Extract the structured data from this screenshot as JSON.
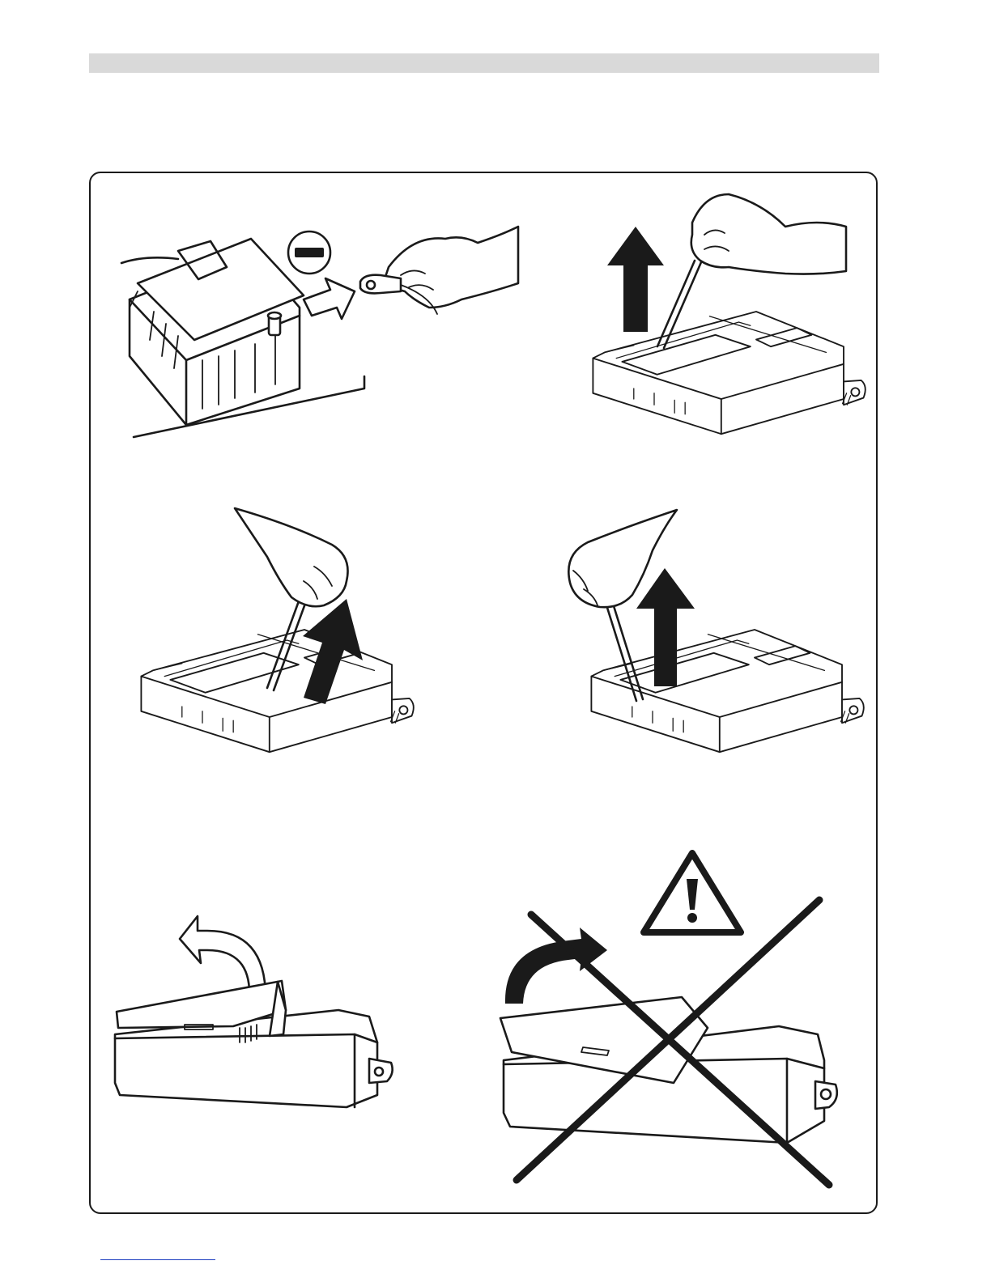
{
  "page": {
    "header_bar_color": "#d9d9d9",
    "line_color": "#1a1a1a",
    "footer_link_color": "#1f3fbf"
  },
  "figures": [
    {
      "name": "disconnect-battery-negative",
      "icons": [
        "battery-icon",
        "minus-sign-icon",
        "arrow-right-icon",
        "hand-icon",
        "cable-clamp-icon"
      ]
    },
    {
      "name": "pry-cover-right-side",
      "icons": [
        "control-unit-icon",
        "hand-icon",
        "screwdriver-icon",
        "arrow-up-icon"
      ]
    },
    {
      "name": "pry-cover-center",
      "icons": [
        "control-unit-icon",
        "hand-icon",
        "screwdriver-icon",
        "arrow-up-right-icon"
      ]
    },
    {
      "name": "pry-cover-left-side",
      "icons": [
        "control-unit-icon",
        "hand-icon",
        "screwdriver-icon",
        "arrow-up-icon"
      ]
    },
    {
      "name": "lift-cover-correct",
      "icons": [
        "control-unit-open-icon",
        "curved-arrow-left-icon"
      ]
    },
    {
      "name": "lift-cover-incorrect",
      "icons": [
        "warning-triangle-icon",
        "control-unit-open-icon",
        "curved-arrow-right-icon",
        "cross-out-icon"
      ]
    }
  ]
}
